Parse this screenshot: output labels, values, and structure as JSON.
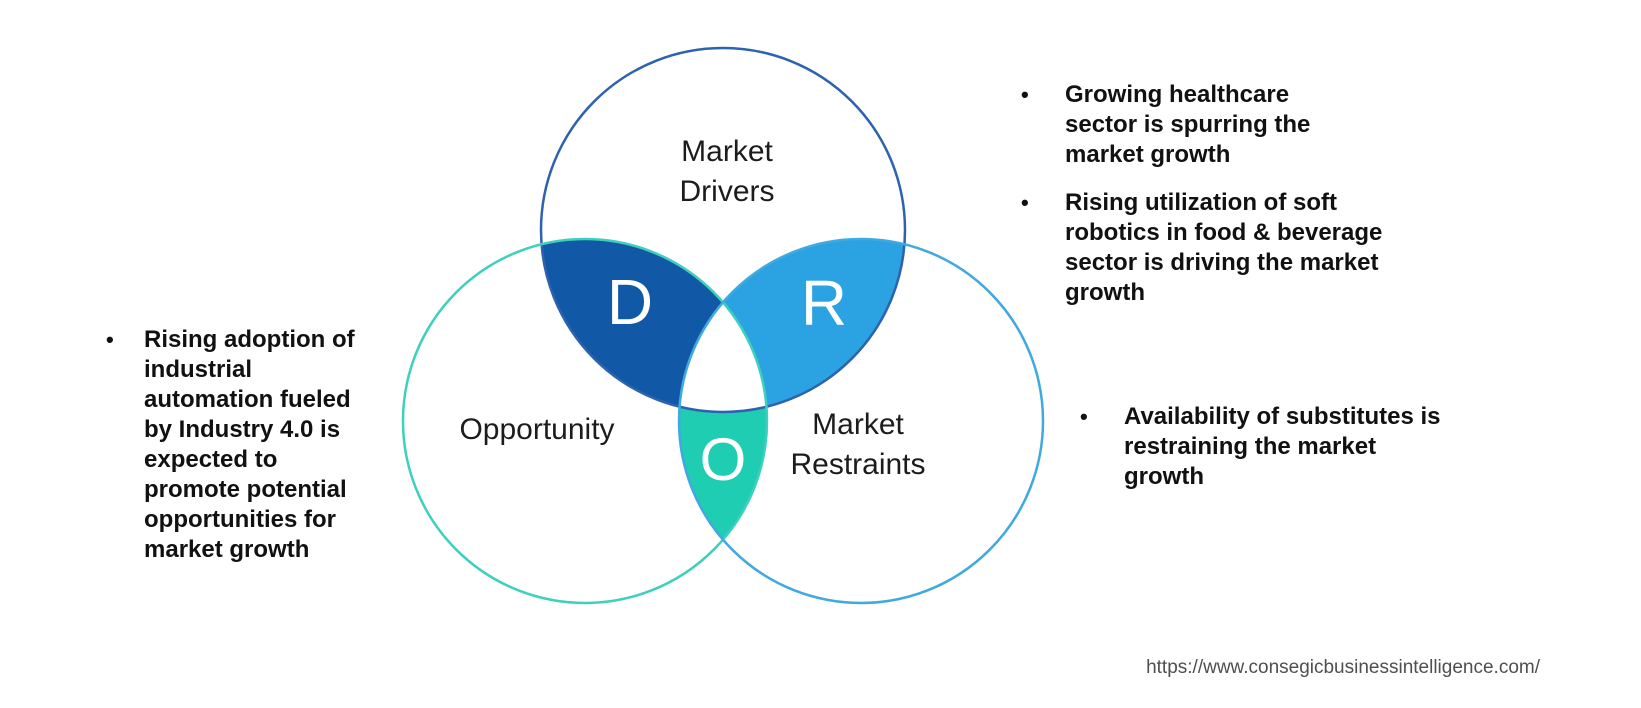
{
  "diagram": {
    "circles": {
      "drivers": {
        "label": "Market Drivers",
        "letter": "D",
        "stroke": "#2e62ae",
        "lens_fill": "#1158a7"
      },
      "opportunity": {
        "label": "Opportunity",
        "letter": "O",
        "stroke": "#3fd0bd",
        "lens_fill": "#1fcdb2"
      },
      "restraints": {
        "label": "Market Restraints",
        "letter": "R",
        "stroke": "#3fa9e0",
        "lens_fill": "#2ba3e2"
      },
      "center_fill": "#ffffff"
    }
  },
  "notes": {
    "opportunity": {
      "items": [
        "Rising adoption of industrial automation fueled by Industry 4.0 is expected to promote potential opportunities for market growth"
      ]
    },
    "drivers": {
      "items": [
        "Growing healthcare sector is spurring the market growth",
        "Rising utilization of soft robotics in food & beverage sector is driving the market growth"
      ]
    },
    "restraints": {
      "items": [
        "Availability of substitutes is restraining the market growth"
      ]
    },
    "bullet_glyph": "•"
  },
  "footer": {
    "source_url": "https://www.consegicbusinessintelligence.com/"
  }
}
